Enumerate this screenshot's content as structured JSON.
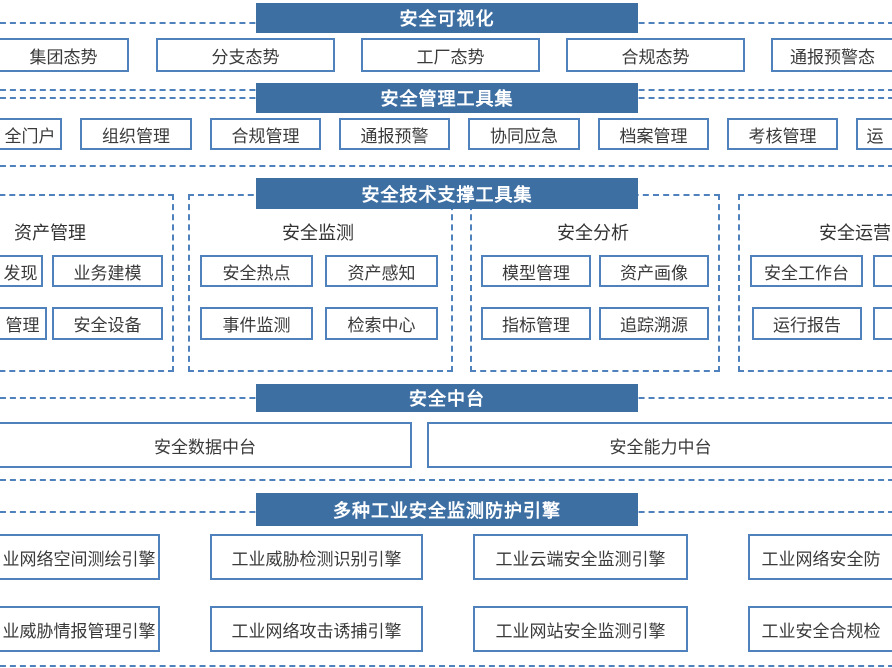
{
  "colors": {
    "banner_blue": "#3e6fa3",
    "box_border_blue": "#4f81bd",
    "dashed_border_blue": "#4f81bd",
    "text_dark": "#3a3a3a"
  },
  "sections": {
    "visualization": {
      "banner": "安全可视化",
      "items": [
        "集团态势",
        "分支态势",
        "工厂态势",
        "合规态势",
        "通报预警态"
      ]
    },
    "management": {
      "banner": "安全管理工具集",
      "items": [
        "全门户",
        "组织管理",
        "合规管理",
        "通报预警",
        "协同应急",
        "档案管理",
        "考核管理",
        "运"
      ]
    },
    "tech_support": {
      "banner": "安全技术支撑工具集",
      "groups": [
        {
          "label": "资产管理",
          "items": [
            "发现",
            "业务建模",
            "管理",
            "安全设备"
          ]
        },
        {
          "label": "安全监测",
          "items": [
            "安全热点",
            "资产感知",
            "事件监测",
            "检索中心"
          ]
        },
        {
          "label": "安全分析",
          "items": [
            "模型管理",
            "资产画像",
            "指标管理",
            "追踪溯源"
          ]
        },
        {
          "label": "安全运营",
          "items": [
            "安全工作台",
            "运行报告"
          ]
        }
      ]
    },
    "middle_platform": {
      "banner": "安全中台",
      "items": [
        "安全数据中台",
        "安全能力中台"
      ]
    },
    "engines": {
      "banner": "多种工业安全监测防护引擎",
      "items": [
        "业网络空间测绘引擎",
        "工业威胁检测识别引擎",
        "工业云端安全监测引擎",
        "工业网络安全防",
        "业威胁情报管理引擎",
        "工业网络攻击诱捕引擎",
        "工业网站安全监测引擎",
        "工业安全合规检"
      ]
    }
  }
}
